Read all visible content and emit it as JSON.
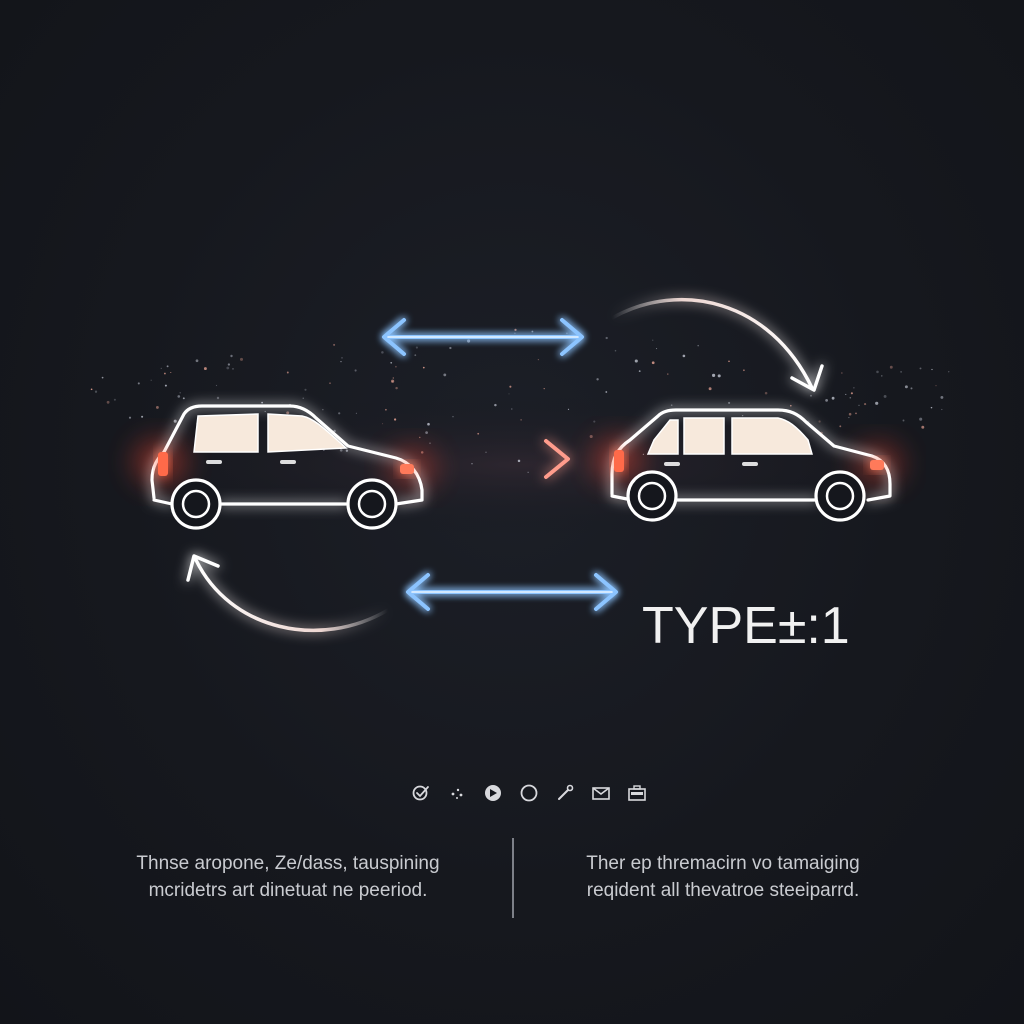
{
  "type_label": "TYPE±:1",
  "captions": {
    "left_line1": "Thnse aropone, Ze/dass, tauspining",
    "left_line2": "mcridetrs art dinetuat ne peeriod.",
    "right_line1": "Ther ep thremacirn vo tamaiging",
    "right_line2": "reqident all thevatroe steeiparrd."
  },
  "toolbar_icons": [
    "check-badge-icon",
    "sparkle-icon",
    "play-circle-icon",
    "circle-icon",
    "pen-icon",
    "mail-icon",
    "briefcase-icon"
  ],
  "colors": {
    "background": "#15171d",
    "car_outline": "#ffffff",
    "car_window": "#f6e8da",
    "car_glow": "#ff5a3c",
    "blue_arrow": "#5aa9ff",
    "red_arrow": "#ff6a5a",
    "white_arrow": "#ffffff"
  }
}
